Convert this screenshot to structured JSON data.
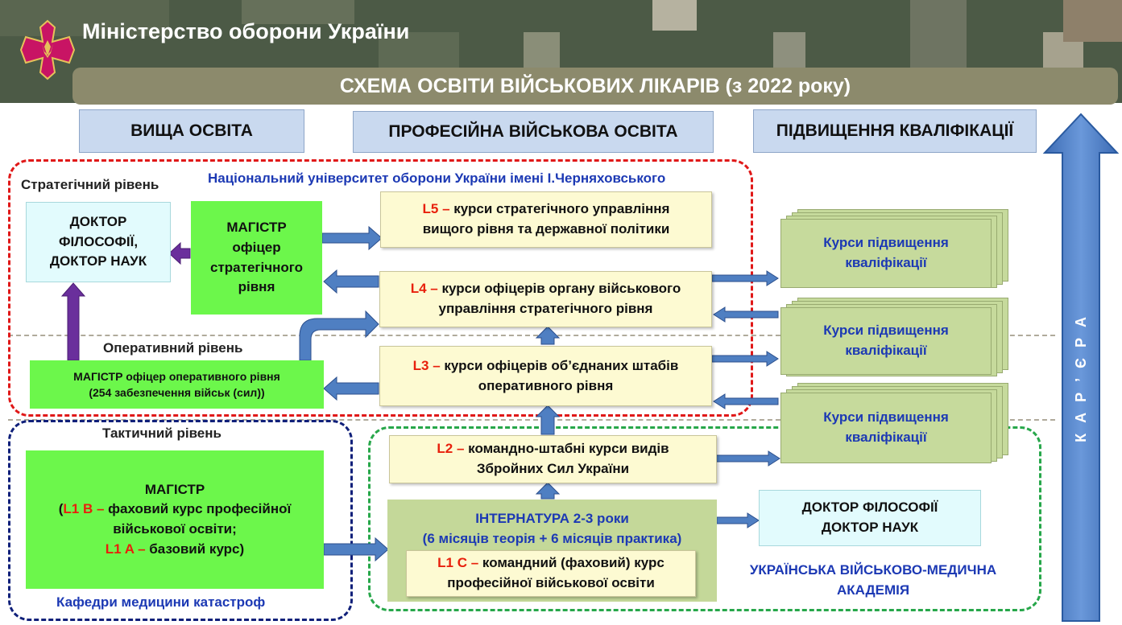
{
  "header": {
    "ministry": "Міністерство оборони України",
    "title": "СХЕМА ОСВІТИ ВІЙСЬКОВИХ ЛІКАРІВ (з 2022 року)"
  },
  "columns": {
    "higher": "ВИЩА  ОСВІТА",
    "professional": "ПРОФЕСІЙНА ВІЙСЬКОВА ОСВІТА",
    "advanced": "ПІДВИЩЕННЯ КВАЛІФІКАЦІЇ"
  },
  "levels": {
    "strategic": "Стратегічний рівень",
    "operational": "Оперативний  рівень",
    "tactical": "Тактичний рівень"
  },
  "institutions": {
    "ndu": "Національний університет оборони України імені І.Черняховського",
    "cathedra": "Кафедри медицини катастроф",
    "academy_line1": "УКРАЇНСЬКА ВІЙСЬКОВО-МЕДИЧНА",
    "academy_line2": "АКАДЕМІЯ"
  },
  "boxes": {
    "doctor_top": [
      "ДОКТОР",
      "ФІЛОСОФІЇ,",
      "ДОКТОР НАУК"
    ],
    "master_strategic": [
      "МАГІСТР",
      "офіцер",
      "стратегічного",
      "рівня"
    ],
    "master_operational": [
      "МАГІСТР офіцер оперативного рівня",
      "(254 забезпечення військ (сил))"
    ],
    "master_tactical": {
      "line1": "МАГІСТР",
      "l1b_open": "(",
      "l1b_code": "L1 B –",
      "l1b_text": " фаховий  курс професійної",
      "line3": "військової освіти;",
      "l1a_code": "L1 A –",
      "l1a_text": " базовий курс)"
    },
    "l5": {
      "code": "L5 –",
      "text1": " курси стратегічного управління",
      "text2": "вищого рівня та державної політики"
    },
    "l4": {
      "code": "L4 –",
      "text1": " курси офіцерів органу військового",
      "text2": "управління стратегічного рівня"
    },
    "l3": {
      "code": "L3 –",
      "text1": " курси офіцерів об’єднаних штабів",
      "text2": "оперативного рівня"
    },
    "l2": {
      "code": "L2 –",
      "text1": " командно-штабні курси видів",
      "text2": "Збройних Сил України"
    },
    "internship": {
      "line1": "ІНТЕРНАТУРА 2-3 роки",
      "line2": "(6 місяців теорія + 6 місяців практика)"
    },
    "l1c": {
      "code": "L1 C –",
      "text1": " командний (фаховий) курс",
      "text2": "професійної військової освіти"
    },
    "doctor_bottom": [
      "ДОКТОР ФІЛОСОФІЇ",
      "ДОКТОР НАУК"
    ],
    "courses": [
      [
        "Курси підвищення",
        "кваліфікації"
      ],
      [
        "Курси підвищення",
        "кваліфікації"
      ],
      [
        "Курси підвищення",
        "кваліфікації"
      ]
    ]
  },
  "career": "К А Р ’ Є Р А",
  "colors": {
    "header_bg": "#4c5a46",
    "title_bar": "#8c8a6c",
    "green": "#6cf74b",
    "red_dash": "#e01818",
    "navy_dash": "#10207a",
    "green_dash": "#27a74a",
    "arrow_blue": "#4f7fc2",
    "purple": "#6a2f9c",
    "red_text": "#e8200c",
    "blue_text": "#1c39b4"
  }
}
